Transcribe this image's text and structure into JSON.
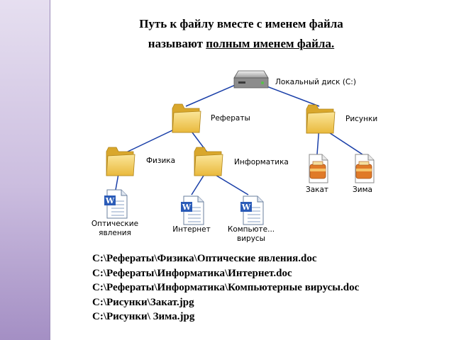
{
  "title": {
    "line1": "Путь к файлу вместе с именем файла",
    "line2_prefix": "называют ",
    "line2_underlined": "полным именем файла."
  },
  "tree": {
    "root": {
      "label": "Локальный диск (C:)",
      "icon": "hard-drive-icon"
    },
    "folders": [
      {
        "label": "Рефераты",
        "icon": "folder-icon"
      },
      {
        "label": "Рисунки",
        "icon": "folder-icon"
      },
      {
        "label": "Физика",
        "icon": "folder-icon"
      },
      {
        "label": "Информатика",
        "icon": "folder-icon"
      }
    ],
    "files": [
      {
        "label_lines": [
          "Оптические",
          "явления"
        ],
        "icon": "word-document-icon"
      },
      {
        "label_lines": [
          "Интернет"
        ],
        "icon": "word-document-icon"
      },
      {
        "label_lines": [
          "Компьюте...",
          "вирусы"
        ],
        "icon": "word-document-icon"
      },
      {
        "label_lines": [
          "Закат"
        ],
        "icon": "image-file-icon"
      },
      {
        "label_lines": [
          "Зима"
        ],
        "icon": "image-file-icon"
      }
    ],
    "line_color": "#1a3fa8",
    "folder_color": "#f5d56a"
  },
  "paths": [
    "C:\\Рефераты\\Физика\\Оптические явления.doc",
    "C:\\Рефераты\\Информатика\\Интернет.doc",
    "C:\\Рефераты\\Информатика\\Компьютерные вирусы.doc",
    "C:\\Рисунки\\Закат.jpg",
    "C:\\Рисунки\\ Зима.jpg"
  ]
}
